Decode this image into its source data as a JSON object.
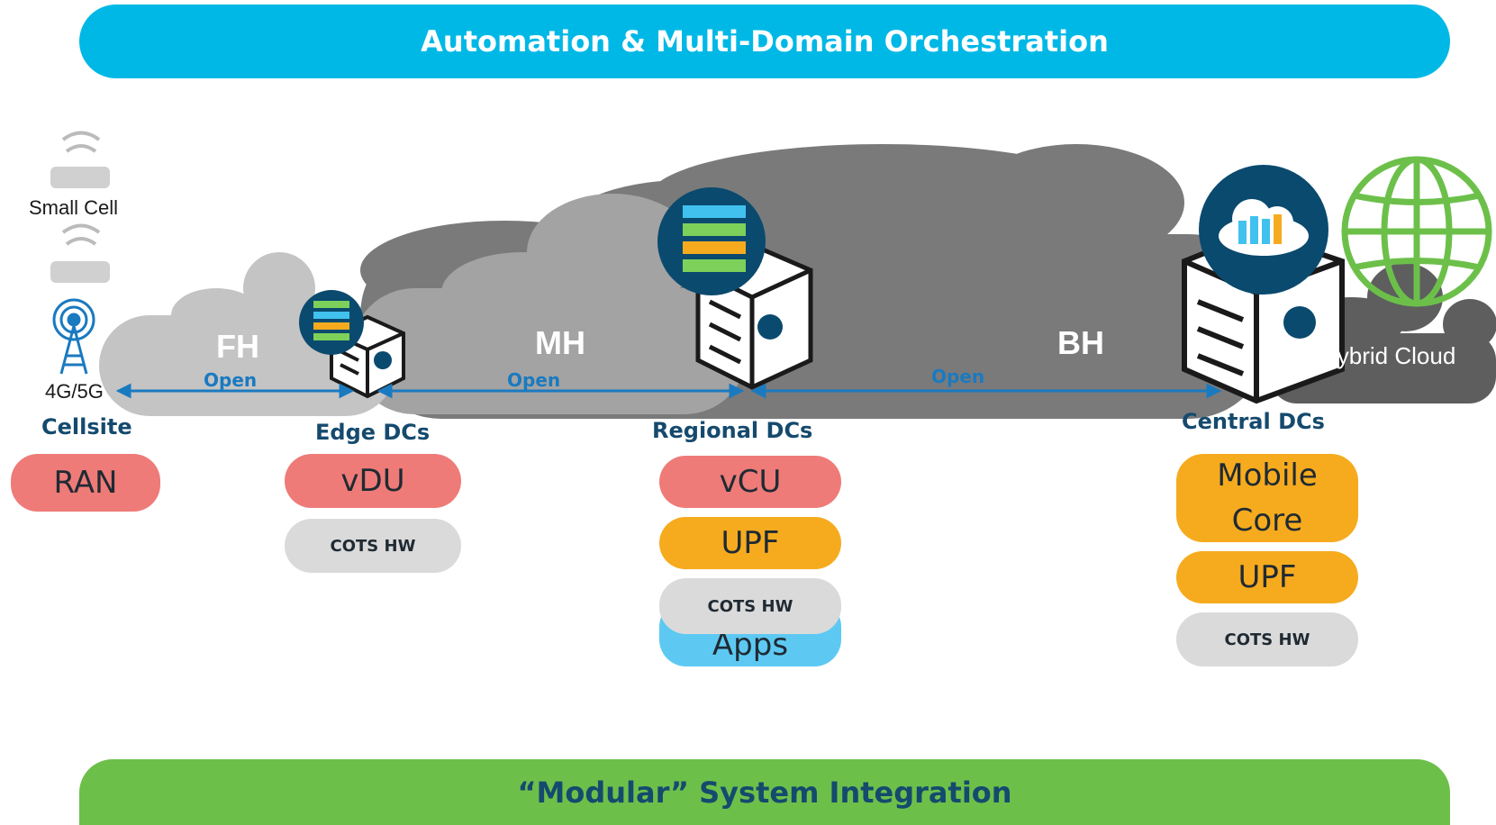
{
  "top_banner": "Automation & Multi-Domain Orchestration",
  "bottom_banner": "“Modular” System Integration",
  "segments": {
    "fh": "FH",
    "mh": "MH",
    "bh": "BH"
  },
  "links": {
    "open1": "Open",
    "open2": "Open",
    "open3": "Open"
  },
  "cellsite": {
    "small_cell_label": "Small Cell",
    "radio_label": "4G/5G",
    "title": "Cellsite",
    "ran": "RAN"
  },
  "edge": {
    "title": "Edge DCs",
    "vdu": "vDU",
    "hw": "COTS HW"
  },
  "regional": {
    "title": "Regional DCs",
    "vcu": "vCU",
    "upf": "UPF",
    "hw": "COTS HW",
    "apps": "Apps"
  },
  "central": {
    "title": "Central DCs",
    "core_line1": "Mobile",
    "core_line2": "Core",
    "upf": "UPF",
    "hw": "COTS HW"
  },
  "hybrid_cloud": "Hybrid Cloud",
  "colors": {
    "orchestration": "#00b8e6",
    "integration": "#6cc04a",
    "ran_functions": "#ee7b78",
    "core_functions": "#f6ab1e",
    "hardware": "#dadada",
    "apps": "#5dc9f2",
    "link_arrow": "#1a7ac0",
    "site_titles": "#154a6e"
  }
}
